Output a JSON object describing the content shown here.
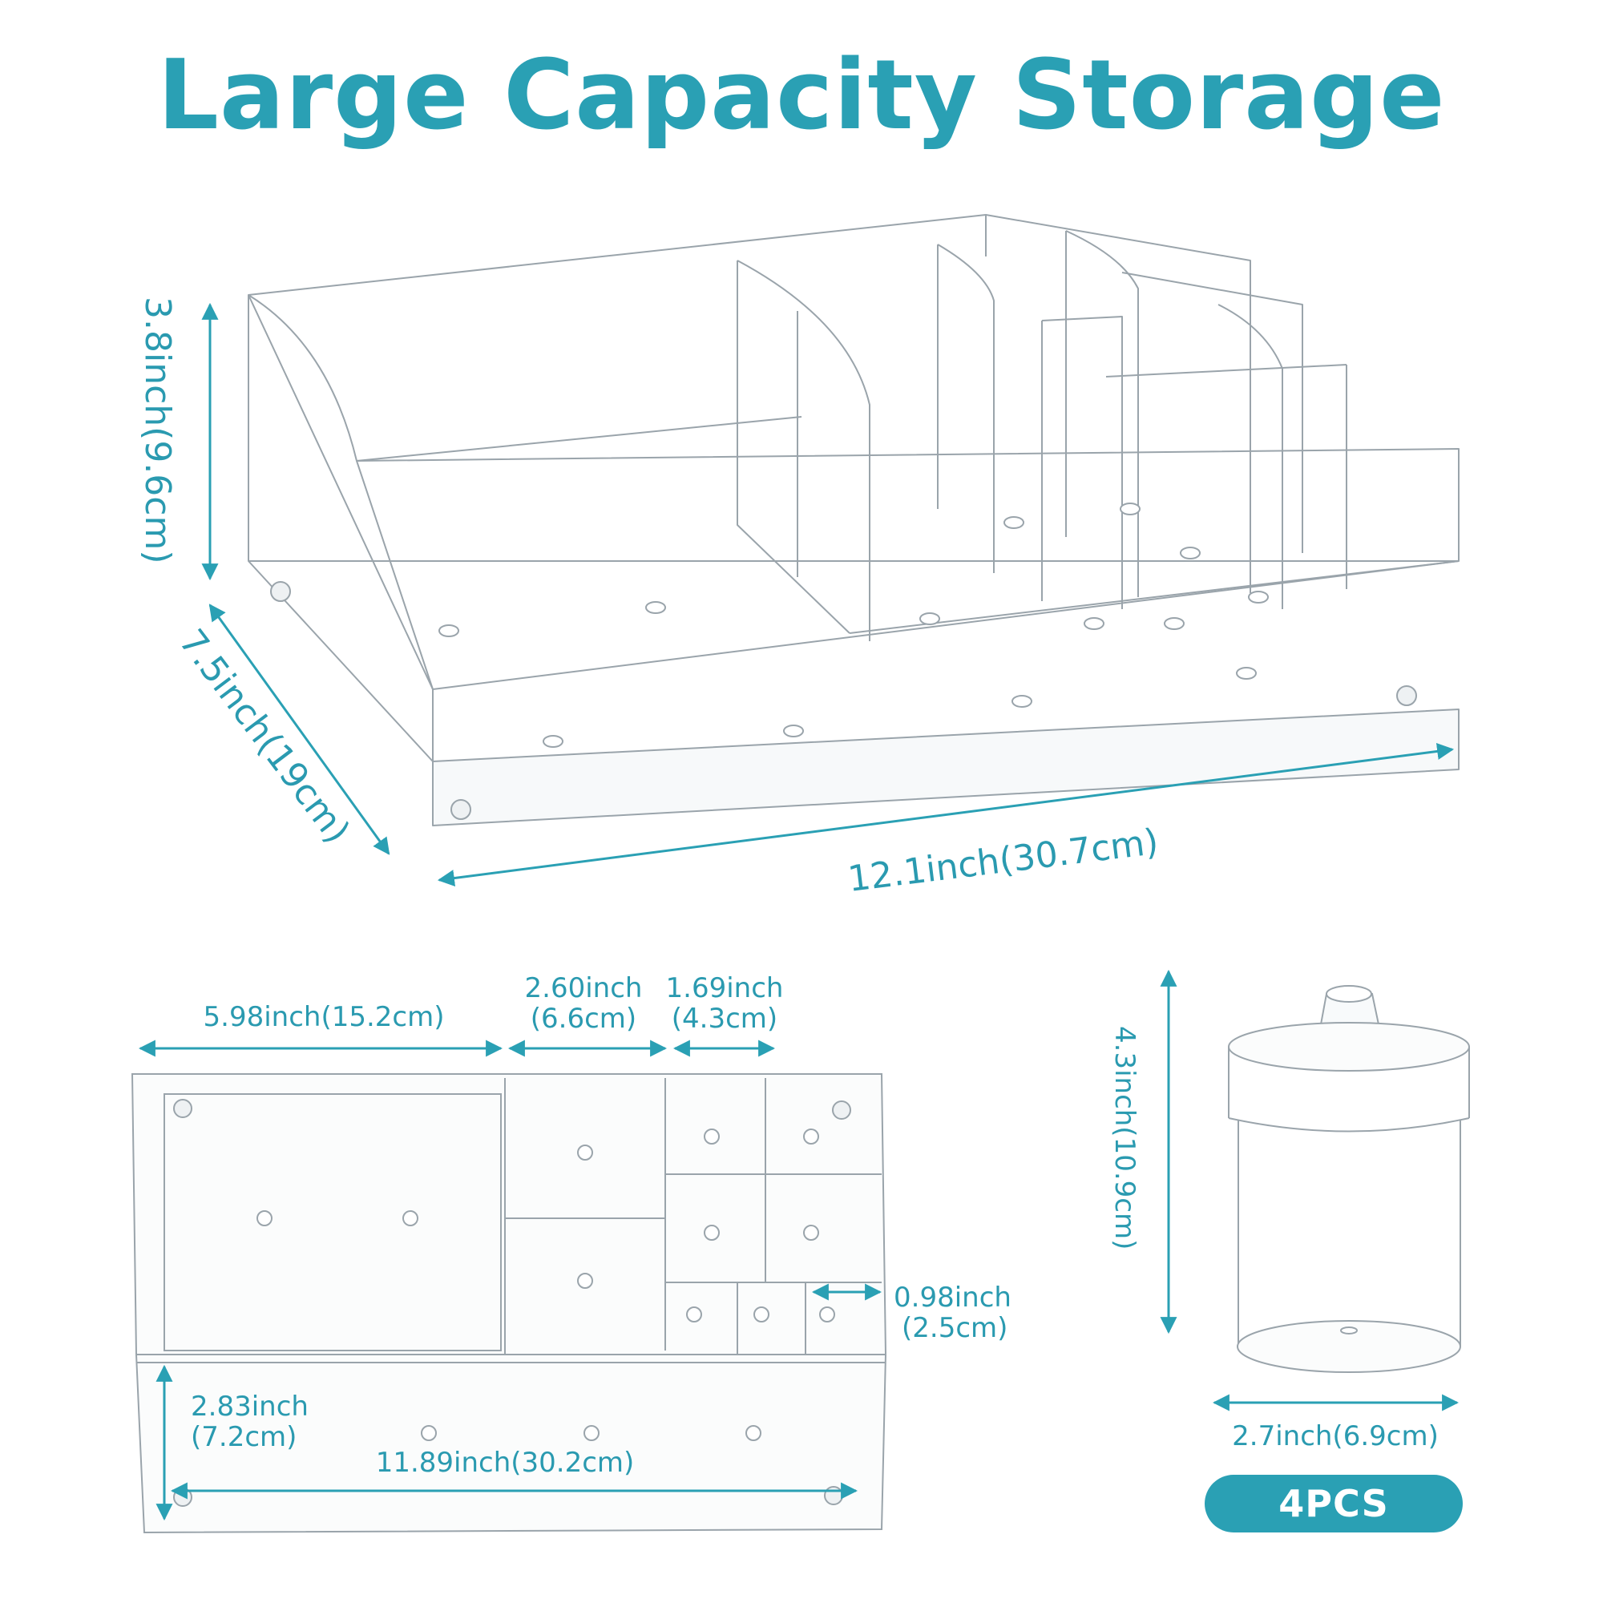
{
  "title": "Large Capacity Storage",
  "colors": {
    "accent": "#2aa0b4",
    "outline": "#9aa4ab"
  },
  "organizer": {
    "height": "3.8inch(9.6cm)",
    "depth": "7.5inch(19cm)",
    "length": "12.1inch(30.7cm)"
  },
  "top_view": {
    "large_width": "5.98inch(15.2cm)",
    "mid_width_in": "2.60inch",
    "mid_width_cm": "(6.6cm)",
    "small_width_in": "1.69inch",
    "small_width_cm": "(4.3cm)",
    "tiny_width_in": "0.98inch",
    "tiny_width_cm": "(2.5cm)",
    "front_depth_in": "2.83inch",
    "front_depth_cm": "(7.2cm)",
    "inner_length": "11.89inch(30.2cm)"
  },
  "jar": {
    "height": "4.3inch(10.9cm)",
    "diameter": "2.7inch(6.9cm)",
    "badge": "4PCS"
  }
}
